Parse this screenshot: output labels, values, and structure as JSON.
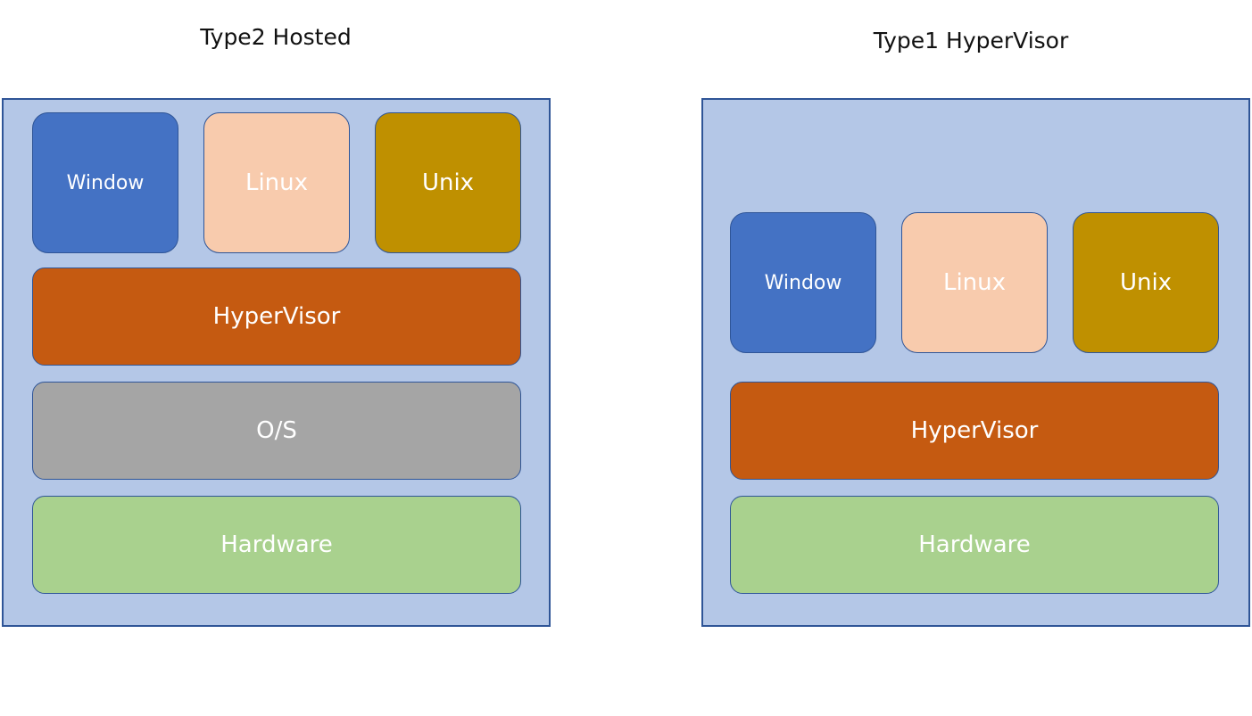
{
  "type2": {
    "title": "Type2 Hosted",
    "guests": [
      "Window",
      "Linux",
      "Unix"
    ],
    "hypervisor": "HyperVisor",
    "os": "O/S",
    "hardware": "Hardware"
  },
  "type1": {
    "title": "Type1 HyperVisor",
    "guests": [
      "Window",
      "Linux",
      "Unix"
    ],
    "hypervisor": "HyperVisor",
    "hardware": "Hardware"
  },
  "colors": {
    "panel": "#b4c7e7",
    "border": "#2f5597",
    "window": "#4472c4",
    "linux": "#f8cbad",
    "unix": "#bf9000",
    "hypervisor": "#c55a11",
    "os": "#a5a5a5",
    "hardware": "#a9d18e"
  }
}
